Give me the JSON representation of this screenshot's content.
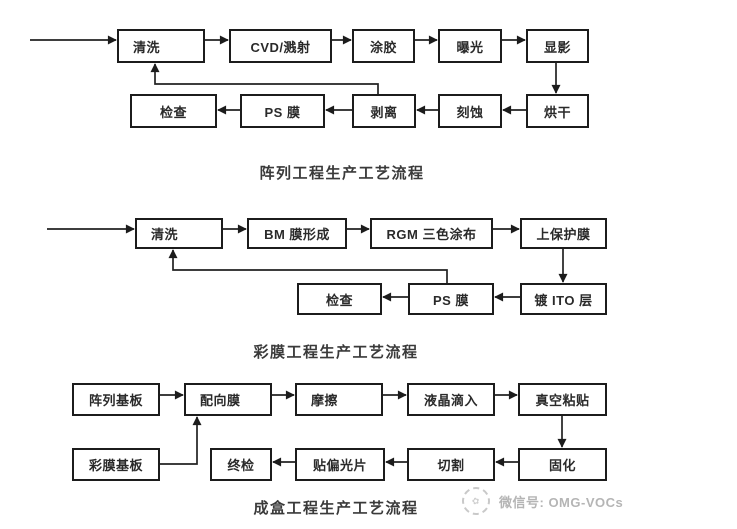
{
  "colors": {
    "box_border": "#1c1c1c",
    "line": "#222222",
    "text": "#2a2a2a",
    "title_text": "#3a3a3a",
    "watermark_text": "#b5b5b5",
    "background": "#ffffff"
  },
  "charts": [
    {
      "title": "阵列工程生产工艺流程",
      "boxes": [
        {
          "label": "清洗"
        },
        {
          "label": "CVD/溅射"
        },
        {
          "label": "涂胶"
        },
        {
          "label": "曝光"
        },
        {
          "label": "显影"
        },
        {
          "label": "烘干"
        },
        {
          "label": "刻蚀"
        },
        {
          "label": "剥离"
        },
        {
          "label": "PS 膜"
        },
        {
          "label": "检查"
        }
      ]
    },
    {
      "title": "彩膜工程生产工艺流程",
      "boxes": [
        {
          "label": "清洗"
        },
        {
          "label": "BM 膜形成"
        },
        {
          "label": "RGM 三色涂布"
        },
        {
          "label": "上保护膜"
        },
        {
          "label": "镀 ITO 层"
        },
        {
          "label": "PS 膜"
        },
        {
          "label": "检查"
        }
      ]
    },
    {
      "title": "成盒工程生产工艺流程",
      "boxes": [
        {
          "label": "阵列基板"
        },
        {
          "label": "配向膜"
        },
        {
          "label": "摩擦"
        },
        {
          "label": "液晶滴入"
        },
        {
          "label": "真空粘贴"
        },
        {
          "label": "固化"
        },
        {
          "label": "切割"
        },
        {
          "label": "贴偏光片"
        },
        {
          "label": "终检"
        },
        {
          "label": "彩膜基板"
        }
      ]
    }
  ],
  "watermark": {
    "label": "微信号: OMG-VOCs",
    "stamp_glyph": "✿"
  }
}
